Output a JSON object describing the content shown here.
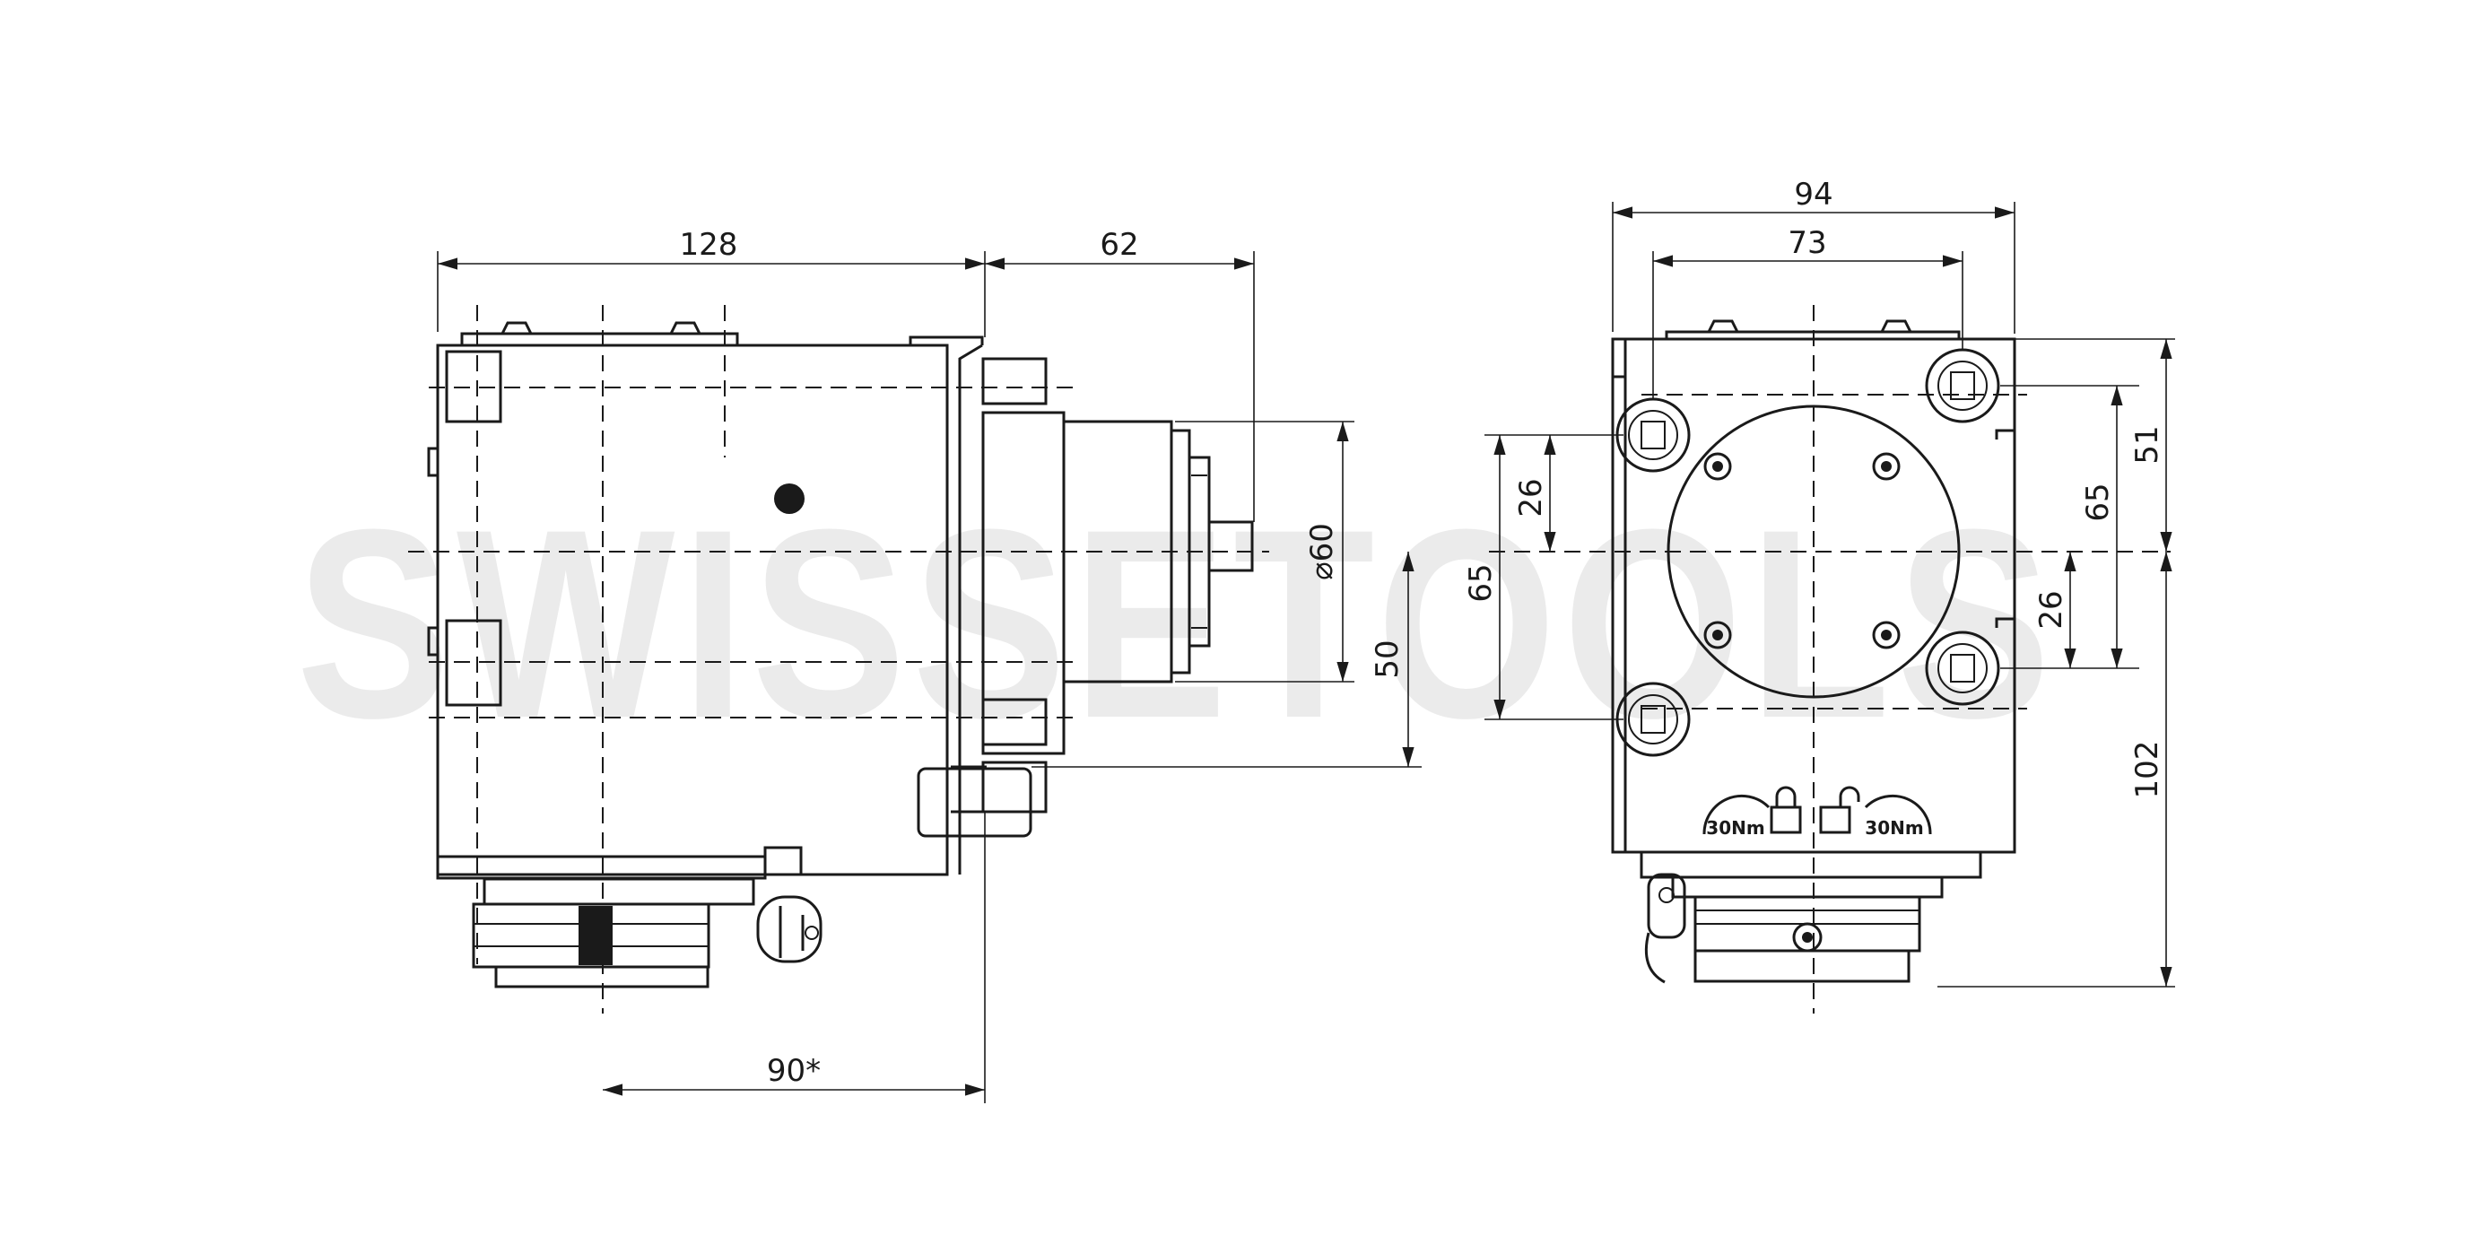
{
  "watermark": "SWISSETOOLS",
  "side_view": {
    "dim_length_top": "128",
    "dim_projection": "62",
    "dim_diameter": "⌀60",
    "dim_height_axis": "50",
    "dim_bottom": "90*"
  },
  "front_view": {
    "dim_width_outer": "94",
    "dim_width_inner": "73",
    "dim_left_offset": "26",
    "dim_left_pitch": "65",
    "dim_right_top": "51",
    "dim_right_pitch": "65",
    "dim_right_offset": "26",
    "dim_total_height": "102",
    "torque_label_left": "30Nm",
    "torque_label_right": "30Nm"
  }
}
